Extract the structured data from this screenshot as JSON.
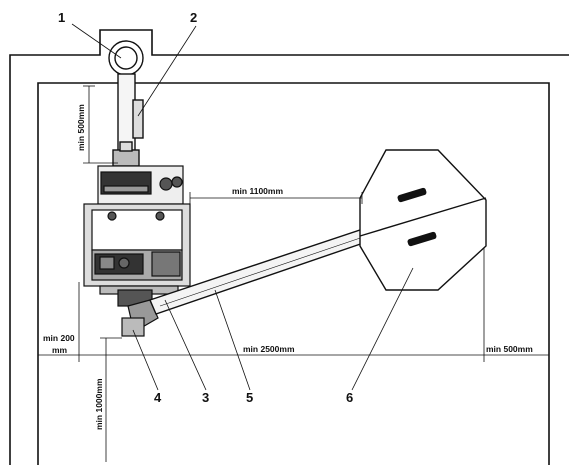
{
  "callouts": [
    "1",
    "2",
    "3",
    "4",
    "5",
    "6"
  ],
  "dimensions": {
    "min_500_vertical": "min 500mm",
    "min_1100": "min 1100mm",
    "min_200_line1": "min 200",
    "min_200_line2": "mm",
    "min_2500": "min 2500mm",
    "min_500_right": "min 500mm",
    "min_1000_vertical": "min 1000mm"
  },
  "colors": {
    "line": "#111111",
    "fill_dark": "#2a2a2a",
    "fill_mid": "#8c8c8c",
    "fill_light": "#d9d9d9"
  }
}
